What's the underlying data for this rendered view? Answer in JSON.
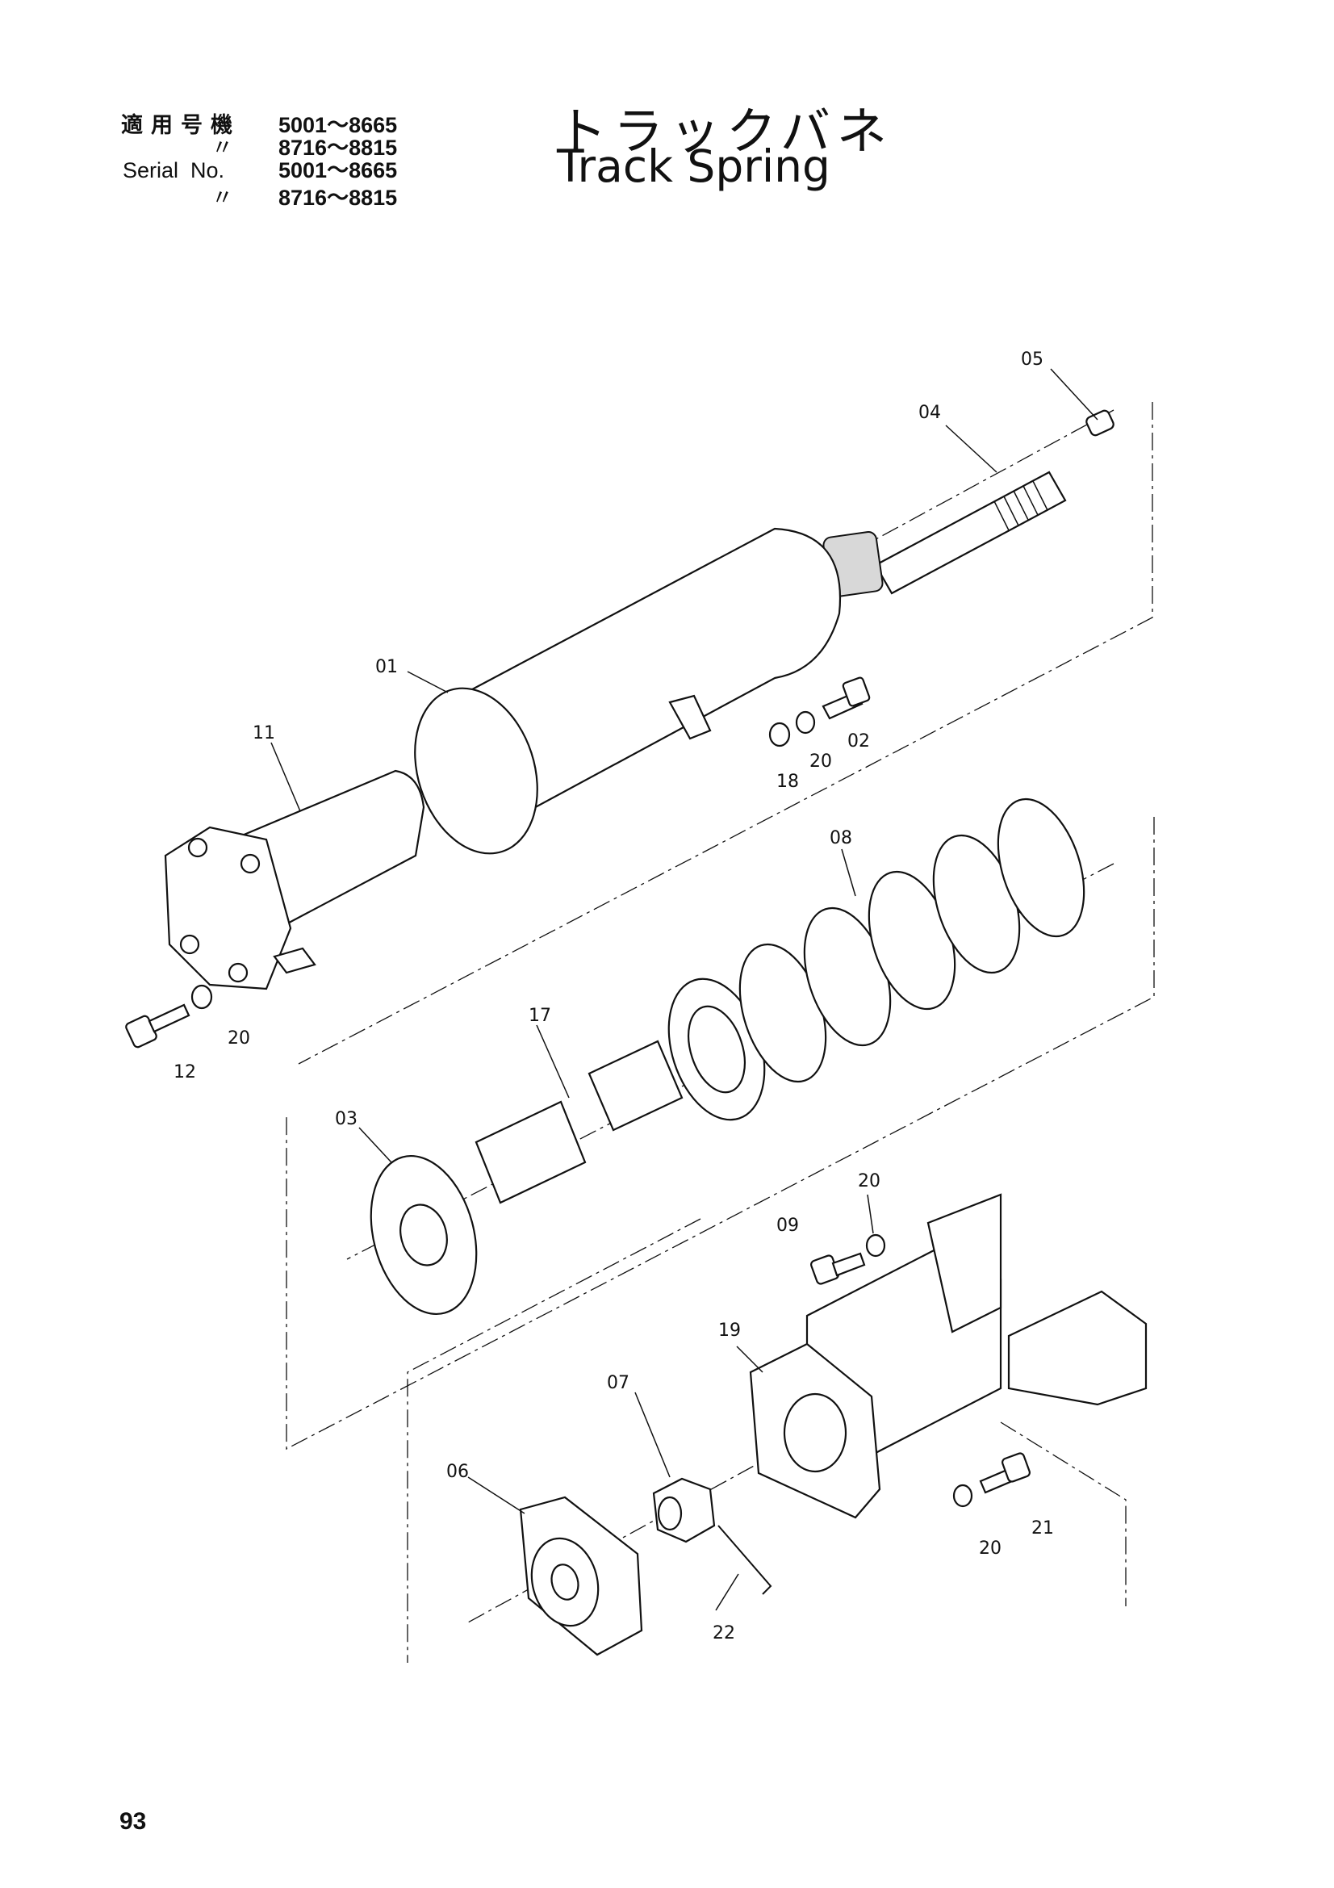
{
  "header": {
    "applicable_label": "適用号機",
    "applicable_range_1": "5001～8665",
    "ditto_1": "〃",
    "applicable_range_2": "8716～8815",
    "serial_label": "Serial  No.",
    "serial_range_1": "5001～8665",
    "ditto_2": "〃",
    "serial_range_2": "8716～8815"
  },
  "title": {
    "japanese": "トラックバネ",
    "english": "Track Spring"
  },
  "callouts": {
    "c01": "01",
    "c02": "02",
    "c03": "03",
    "c04": "04",
    "c05": "05",
    "c06": "06",
    "c07": "07",
    "c08": "08",
    "c09": "09",
    "c11": "11",
    "c12": "12",
    "c17": "17",
    "c18": "18",
    "c19": "19",
    "c20a": "20",
    "c20b": "20",
    "c20c": "20",
    "c20d": "20",
    "c21": "21",
    "c22": "22"
  },
  "page_number": "93"
}
